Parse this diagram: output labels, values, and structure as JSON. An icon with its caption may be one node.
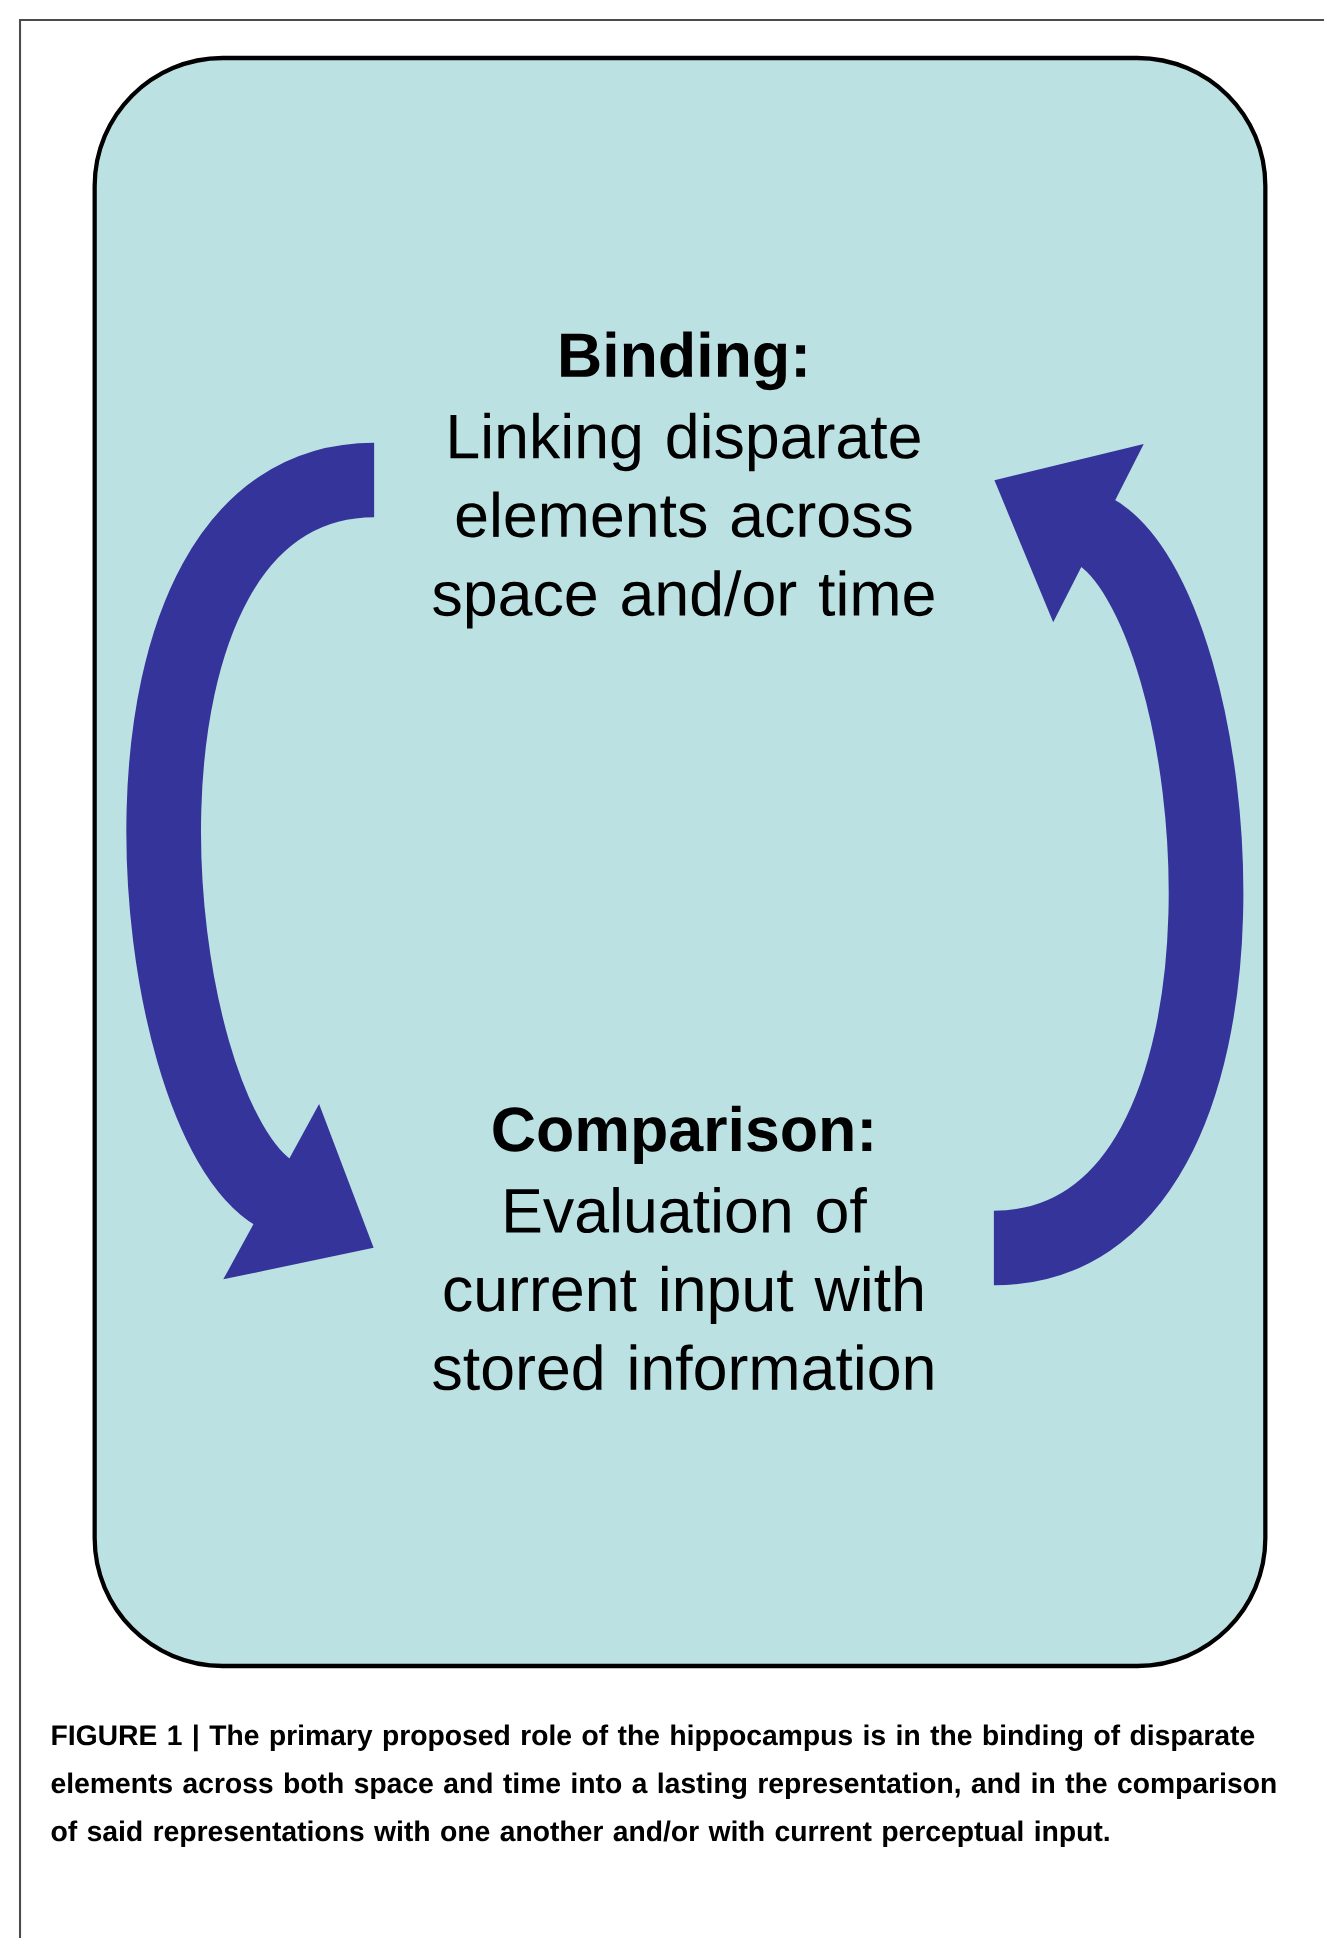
{
  "diagram": {
    "caption": "FIGURE 1 | The primary proposed role of the hippocampus is in the binding of disparate elements across both space and time into a lasting representation, and in the comparison of said representations with one another and/or with current perceptual input.",
    "nodes": [
      {
        "text": [],
        "shape": "box"
      },
      {
        "text": [
          "Binding:",
          "Linking disparate elements across space and/or time"
        ],
        "in": 0
      },
      {
        "text": [
          "Comparison:",
          "Evaluation of current input with stored information"
        ],
        "in": 0
      }
    ],
    "edges": [
      {
        "from": 1,
        "to": 2,
        "arrow": "to"
      },
      {
        "from": 2,
        "to": 1,
        "arrow": "to"
      }
    ]
  }
}
